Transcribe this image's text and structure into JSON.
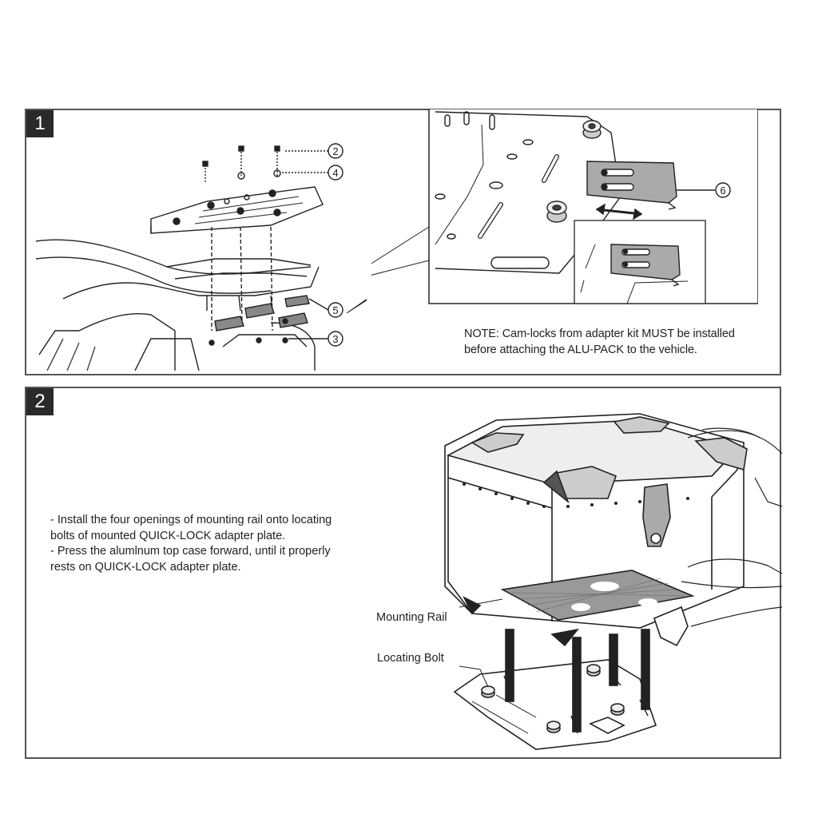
{
  "step1": {
    "number": "1",
    "callouts": [
      "2",
      "4",
      "5",
      "3",
      "6"
    ],
    "note": {
      "line1": "NOTE: Cam-locks from adapter kit MUST be installed",
      "line2": "before attaching the ALU-PACK to the vehicle."
    }
  },
  "step2": {
    "number": "2",
    "instructions": {
      "line1": "- Install the four openings of mounting rail onto locating",
      "line2": "bolts of mounted QUICK-LOCK adapter plate.",
      "line3": "- Press the alumlnum top case forward, until it properly",
      "line4": "rests on  QUICK-LOCK  adapter plate."
    },
    "labels": {
      "mounting_rail": "Mounting Rail",
      "locating_bolt": "Locating Bolt"
    }
  }
}
